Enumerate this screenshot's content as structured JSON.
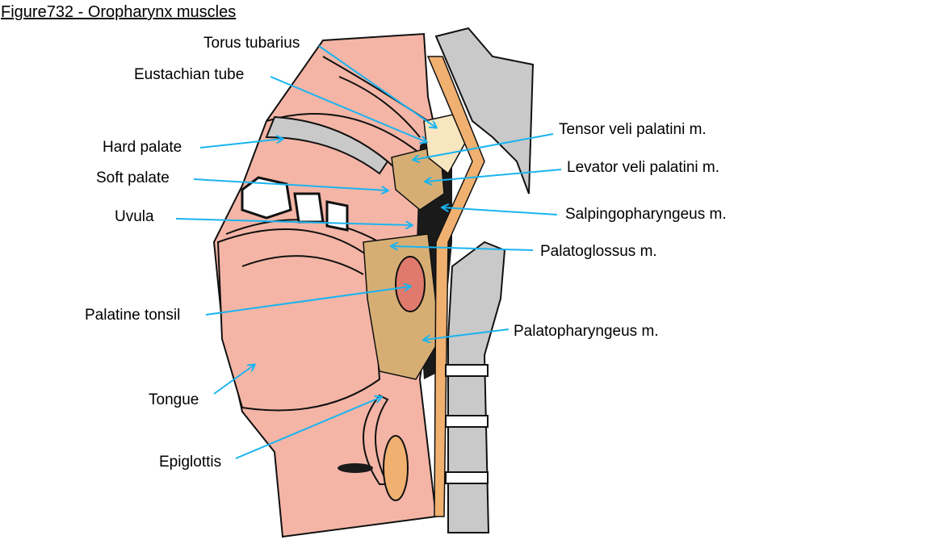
{
  "title": "Figure732 - Oropharynx muscles",
  "labels": {
    "torus_tubarius": "Torus tubarius",
    "eustachian_tube": "Eustachian tube",
    "hard_palate": "Hard palate",
    "soft_palate": "Soft palate",
    "uvula": "Uvula",
    "palatine_tonsil": "Palatine tonsil",
    "tongue": "Tongue",
    "epiglottis": "Epiglottis",
    "tensor_veli_palatini": "Tensor veli palatini m.",
    "levator_veli_palatini": "Levator veli palatini m.",
    "salpingopharyngeus": "Salpingopharyngeus m.",
    "palatoglossus": "Palatoglossus m.",
    "palatopharyngeus": "Palatopharyngeus m."
  },
  "colors": {
    "arrow": "#1ab4f0",
    "tissue": "#f4b5a6",
    "bone": "#c9c9c9",
    "muscle": "#d6ae74",
    "cartilage": "#f7e6c0",
    "stripe": "#f0b070"
  }
}
